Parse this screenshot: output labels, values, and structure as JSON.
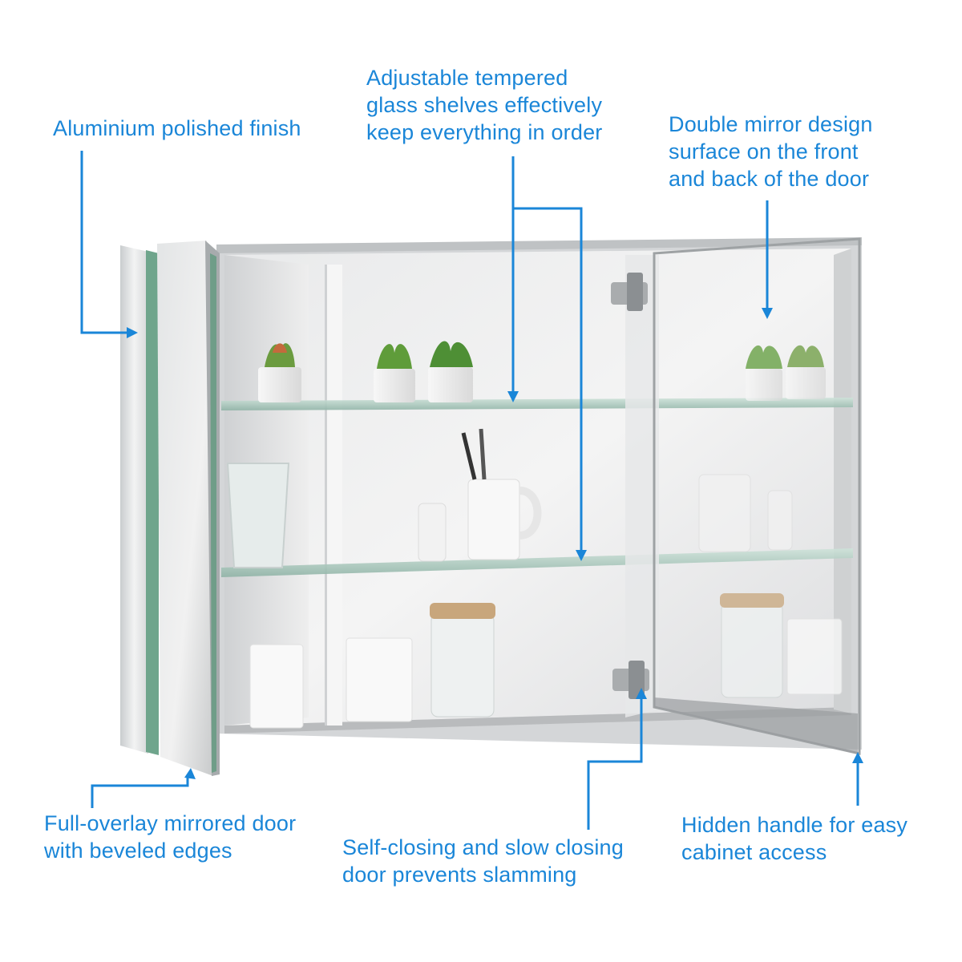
{
  "accent_color": "#1a86d8",
  "callouts": {
    "aluminium": {
      "lines": [
        "Aluminium polished finish"
      ]
    },
    "shelves": {
      "lines": [
        "Adjustable tempered",
        "glass shelves effectively",
        "keep everything in order"
      ]
    },
    "double_mirror": {
      "lines": [
        "Double mirror design",
        "surface on the front",
        "and back of the door"
      ]
    },
    "overlay_door": {
      "lines": [
        "Full-overlay mirrored door",
        "with beveled edges"
      ]
    },
    "self_closing": {
      "lines": [
        "Self-closing and slow closing",
        "door prevents slamming"
      ]
    },
    "hidden_handle": {
      "lines": [
        "Hidden handle for easy",
        "cabinet access"
      ]
    }
  }
}
